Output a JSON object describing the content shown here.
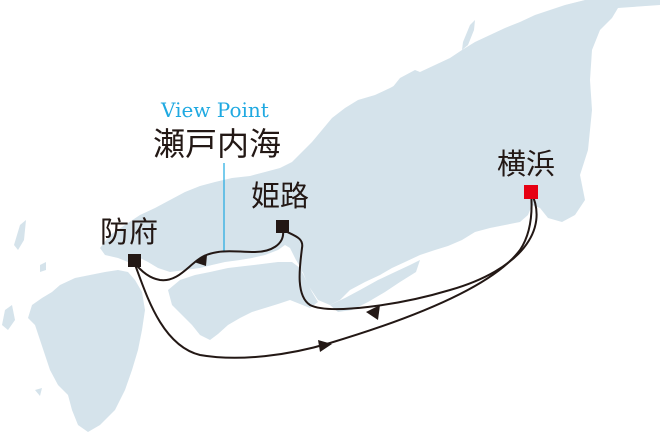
{
  "map": {
    "land_color": "#d5e3eb",
    "sea_color": "#ffffff",
    "route_color": "#231815",
    "viewpoint_color": "#1fa9e1",
    "origin_color": "#e60012"
  },
  "viewpoint": {
    "label": "View Point",
    "name": "瀬戸内海"
  },
  "ports": [
    {
      "name": "横浜",
      "role": "origin",
      "marker_color": "#e60012"
    },
    {
      "name": "姫路",
      "role": "port",
      "marker_color": "#231815"
    },
    {
      "name": "防府",
      "role": "port",
      "marker_color": "#231815"
    }
  ]
}
